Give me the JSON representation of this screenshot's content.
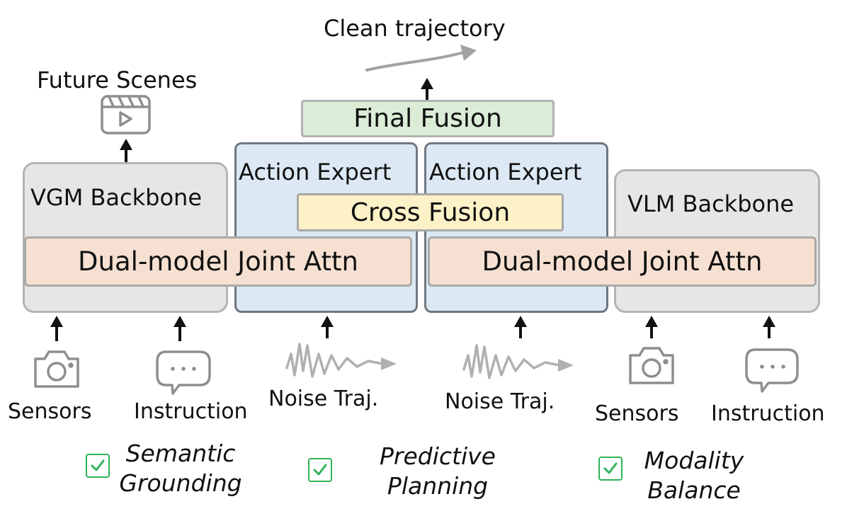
{
  "top": {
    "clean_trajectory": "Clean trajectory",
    "future_scenes": "Future Scenes",
    "final_fusion": "Final Fusion"
  },
  "left_branch": {
    "backbone": "VGM Backbone",
    "joint_attn": "Dual-model Joint Attn",
    "sensors": "Sensors",
    "instruction": "Instruction"
  },
  "center": {
    "expert_left": "Action Expert",
    "expert_right": "Action Expert",
    "cross_fusion": "Cross Fusion",
    "noise_left": "Noise Traj.",
    "noise_right": "Noise Traj."
  },
  "right_branch": {
    "backbone": "VLM Backbone",
    "joint_attn": "Dual-model Joint Attn",
    "sensors": "Sensors",
    "instruction": "Instruction"
  },
  "benefits": [
    {
      "line1": "Semantic",
      "line2": "Grounding"
    },
    {
      "line1": "Predictive",
      "line2": "Planning"
    },
    {
      "line1": "Modality",
      "line2": "Balance"
    }
  ],
  "colors": {
    "backbone_fill": "#e6e6e6",
    "expert_fill": "#dce8f3",
    "joint_attn_fill": "#f6e0d1",
    "final_fusion_fill": "#dcedd7",
    "cross_fusion_fill": "#fdf1c7",
    "check_green": "#2fb35a"
  },
  "icons": [
    "video-clip-icon",
    "camera-icon",
    "chat-bubble-icon",
    "noise-wave-icon",
    "curved-arrow-icon",
    "checkbox-icon"
  ]
}
